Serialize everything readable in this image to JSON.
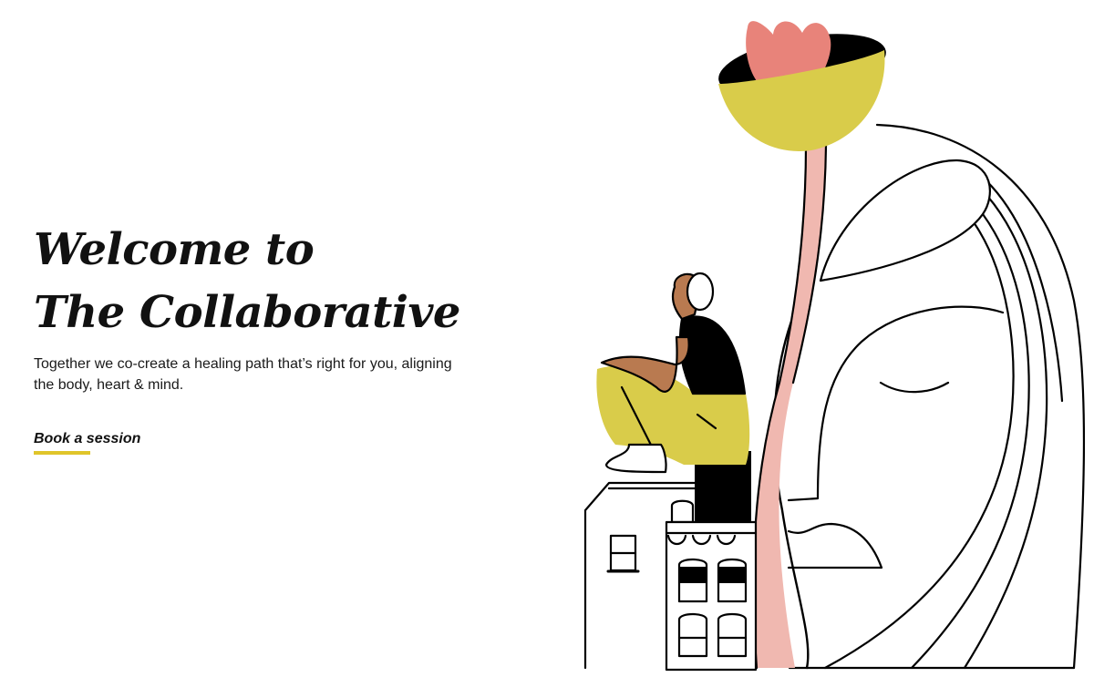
{
  "hero": {
    "title_line1": "Welcome to",
    "title_line2": "The Collaborative",
    "subtitle": "Together we co-create a healing path that’s right for you, aligning the body, heart & mind.",
    "cta_label": "Book a session"
  },
  "illustration": {
    "description": "Person sitting on a building rooftop next to a large face in profile with a flower growing from the head",
    "colors": {
      "petal": "#e8837a",
      "bowl": "#d9cc4a",
      "stem": "#f0b8b0",
      "skin": "#b97a50",
      "shirt": "#000000",
      "pants": "#d9cc4a",
      "line": "#000000"
    }
  },
  "colors": {
    "background": "#ffffff",
    "text": "#111111",
    "accent": "#e0c52a"
  }
}
